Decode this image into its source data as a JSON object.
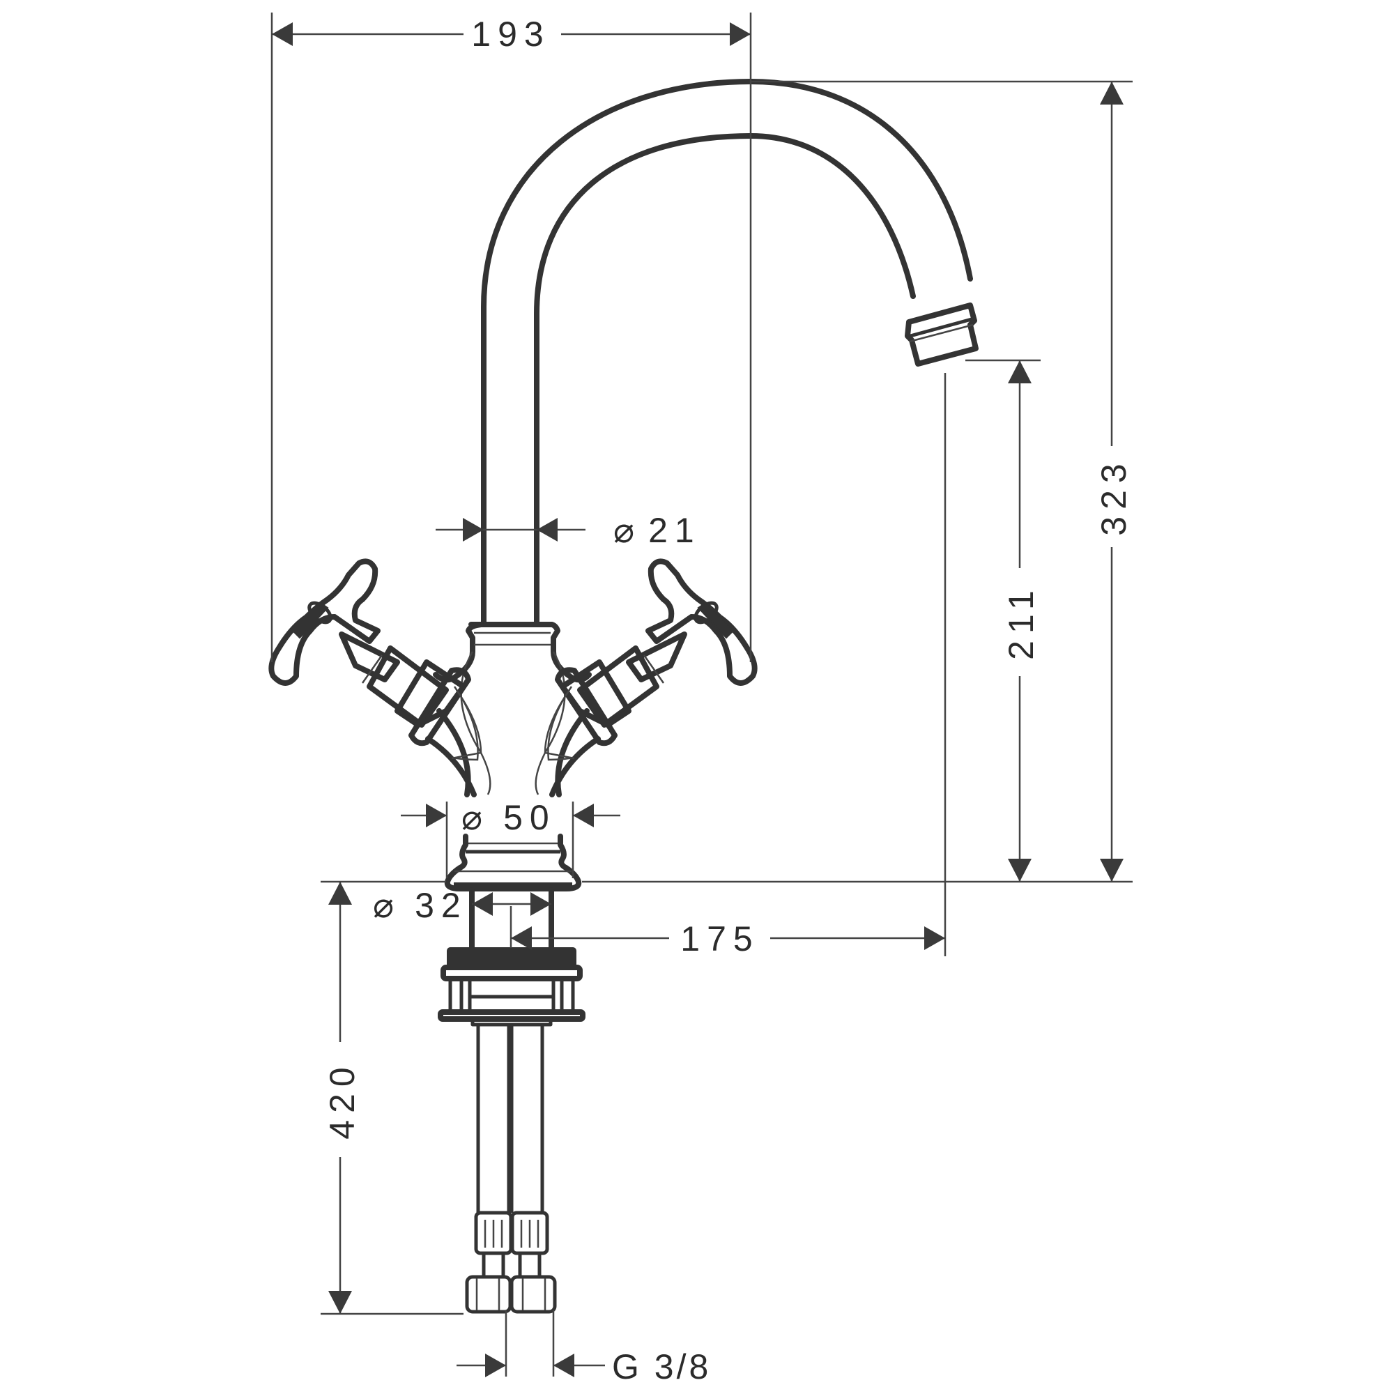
{
  "drawing": {
    "title": "Two-handle basin mixer with cross handles and swivel spout - dimensional drawing",
    "units": "mm",
    "line_color": "#333333",
    "background": "#ffffff"
  },
  "dimensions": {
    "overall_width": {
      "label": "193",
      "value": 193,
      "orientation": "horizontal"
    },
    "overall_height": {
      "label": "323",
      "value": 323,
      "orientation": "vertical"
    },
    "spout_outlet_height": {
      "label": "211",
      "value": 211,
      "orientation": "vertical"
    },
    "spout_reach": {
      "label": "175",
      "value": 175,
      "orientation": "horizontal"
    },
    "spout_tube_diameter": {
      "symbol": "⌀",
      "label": "21",
      "value": 21
    },
    "base_diameter": {
      "symbol": "⌀",
      "label": "50",
      "value": 50
    },
    "shank_diameter": {
      "symbol": "⌀",
      "label": "32",
      "value": 32
    },
    "hose_length": {
      "label": "420",
      "value": 420,
      "orientation": "vertical"
    },
    "connection_thread": {
      "label": "G 3/8"
    }
  },
  "parts": [
    {
      "name": "spout",
      "description": "high arched swivel spout with aerator"
    },
    {
      "name": "left-handle",
      "description": "cross handle"
    },
    {
      "name": "right-handle",
      "description": "cross handle"
    },
    {
      "name": "body",
      "description": "central valve body"
    },
    {
      "name": "base-escutcheon",
      "description": "bell-shaped base"
    },
    {
      "name": "mounting-shank",
      "description": "threaded shank with fixing nut"
    },
    {
      "name": "supply-hoses",
      "description": "two flexible connection hoses with G 3/8 nuts"
    }
  ]
}
